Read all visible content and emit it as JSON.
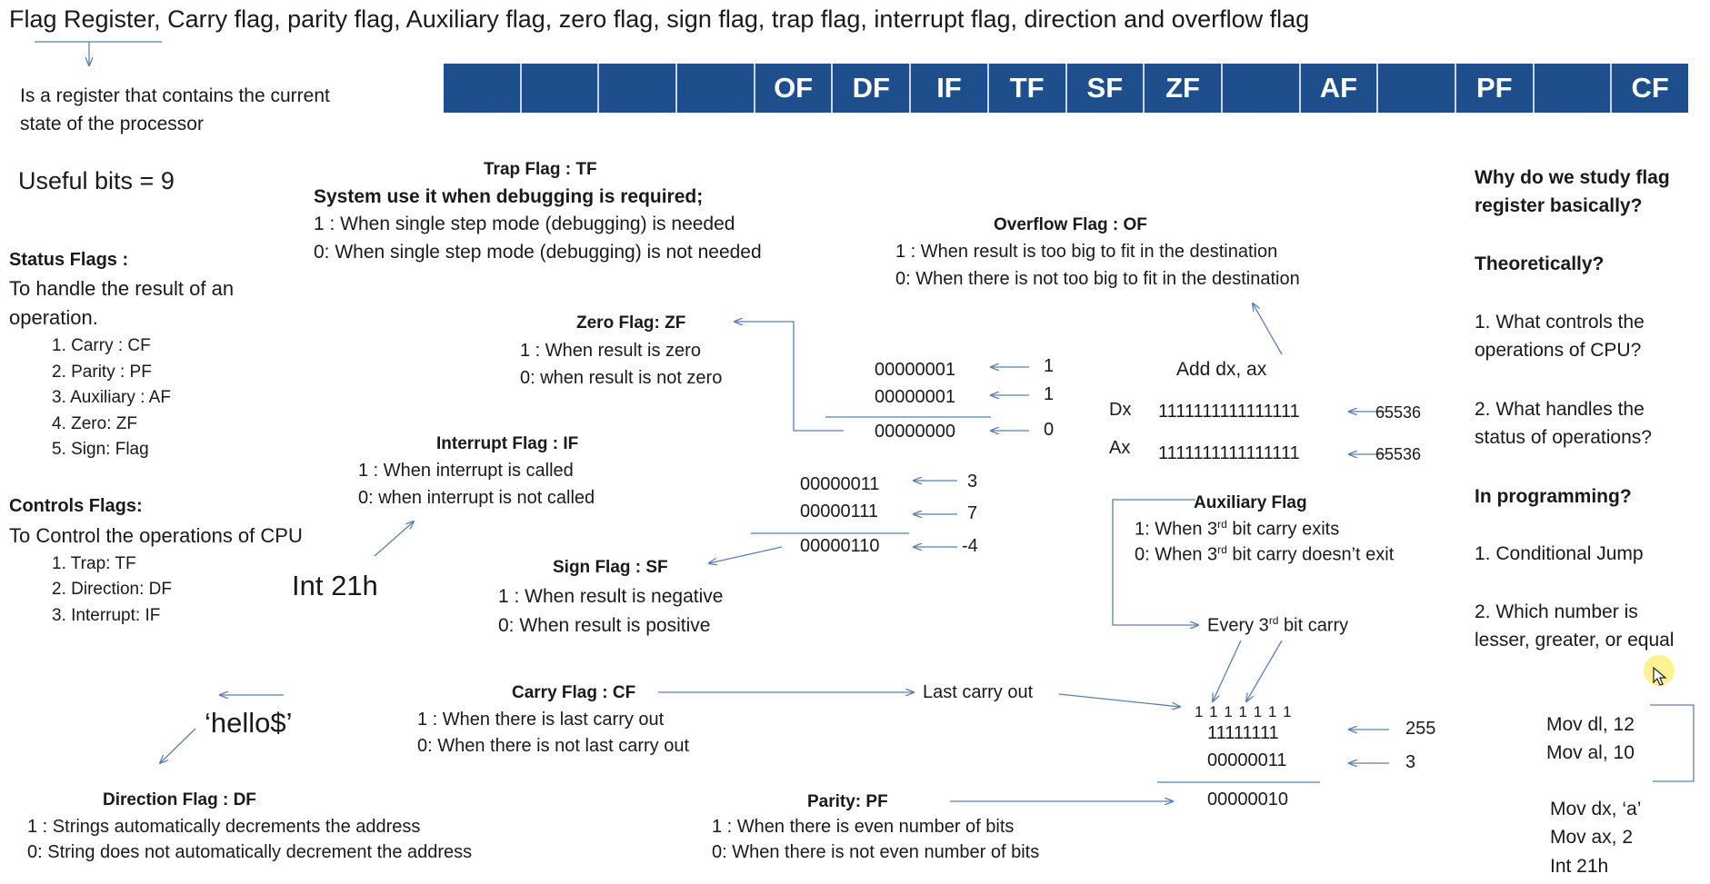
{
  "title": "Flag Register, Carry flag, parity flag, Auxiliary flag, zero flag, sign flag, trap flag, interrupt flag, direction and overflow flag",
  "register_bits": [
    "",
    "",
    "",
    "",
    "OF",
    "DF",
    "IF",
    "TF",
    "SF",
    "ZF",
    "",
    "AF",
    "",
    "PF",
    "",
    "CF"
  ],
  "definition": [
    "Is a register that contains the current",
    "state of the processor"
  ],
  "useful_bits": "Useful bits = 9",
  "status_flags": {
    "heading": "Status Flags :",
    "desc": [
      "To handle  the  result  of  an",
      "operation."
    ],
    "items": [
      "1.   Carry : CF",
      "2.   Parity : PF",
      "3.   Auxiliary : AF",
      "4.   Zero: ZF",
      "5.   Sign: Flag"
    ]
  },
  "control_flags": {
    "heading": "Controls Flags:",
    "desc": "To Control the operations of CPU",
    "items": [
      "1.   Trap: TF",
      "2.   Direction: DF",
      "3.   Interrupt: IF"
    ]
  },
  "int21h": "Int 21h",
  "hello": "‘hello$’",
  "trap": {
    "title": "Trap Flag : TF",
    "desc": "System use it when debugging is required;",
    "one": "1 : When single step mode (debugging) is needed",
    "zero": "0:  When single step mode (debugging) is not needed"
  },
  "zero_flag": {
    "title": "Zero Flag: ZF",
    "one": "1 : When result is zero",
    "zero": "0:  when result is not zero"
  },
  "interrupt": {
    "title": "Interrupt Flag : IF",
    "one": "1 : When interrupt is called",
    "zero": "0:  when interrupt is not called"
  },
  "sign": {
    "title": "Sign Flag : SF",
    "one": "1 : When result is negative",
    "zero": "0:  When result is positive"
  },
  "carry": {
    "title": "Carry Flag : CF",
    "one": "1 : When there is last carry out",
    "zero": "0:  When there is not last carry out",
    "note": "Last carry out"
  },
  "direction": {
    "title": "Direction Flag : DF",
    "one": "1 : Strings automatically decrements the address",
    "zero": "0:  String does not automatically decrement the address"
  },
  "parity": {
    "title": "Parity: PF",
    "one": "1 : When there is even number of bits",
    "zero": "0:  When there is not even number of bits"
  },
  "overflow": {
    "title": "Overflow Flag : OF",
    "one": "1 : When result is too big to fit in the destination",
    "zero": "0:  When there is not too big to fit in the destination"
  },
  "zero_example": {
    "a": "00000001",
    "a_val": "1",
    "b": "00000001",
    "b_val": "1",
    "r": "00000000",
    "r_val": "0"
  },
  "sign_example": {
    "a": "00000011",
    "a_val": "3",
    "b": "00000111",
    "b_val": "7",
    "r": "00000110",
    "r_val": "-4"
  },
  "overflow_example": {
    "instr": "Add dx, ax",
    "dx_label": "Dx",
    "dx": "1111111111111111",
    "dx_val": "65536",
    "ax_label": "Ax",
    "ax": "1111111111111111",
    "ax_val": "65536"
  },
  "aux": {
    "title": "Auxiliary Flag",
    "one_pre": "1: When 3",
    "one_sup": "rd",
    "one_post": " bit carry exits",
    "zero_pre": "0: When 3",
    "zero_sup": "rd",
    "zero_post": " bit carry doesn’t exit",
    "every_pre": "Every 3",
    "every_sup": "rd",
    "every_post": " bit carry"
  },
  "carry_example": {
    "carries": "1 1 1 1 1 1 1",
    "a": "11111111",
    "a_val": "255",
    "b": "00000011",
    "b_val": "3",
    "r": "00000010"
  },
  "why": {
    "heading": [
      "Why do we study flag",
      "register basically?"
    ],
    "theory": "Theoretically?",
    "q1": [
      "1. What controls the",
      "operations of CPU?"
    ],
    "q2": [
      "2. What handles the",
      "status of operations?"
    ],
    "prog": "In programming?",
    "p1": "1. Conditional Jump",
    "p2": [
      "2. Which number is",
      "lesser, greater, or equal"
    ]
  },
  "code1": [
    "Mov dl, 12",
    "Mov al, 10"
  ],
  "code2": [
    "Mov dx, ‘a’",
    "Mov ax, 2",
    "Int 21h"
  ]
}
